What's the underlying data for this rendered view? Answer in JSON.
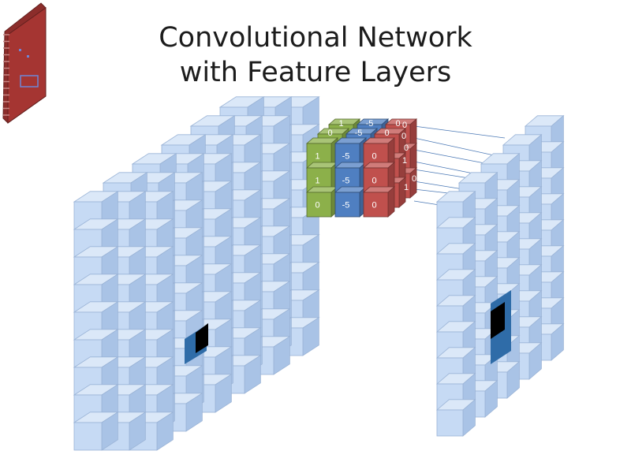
{
  "slide": {
    "title_line1": "Convolutional Network",
    "title_line2": "with Feature Layers"
  },
  "colors": {
    "cell_face": "#c6daf4",
    "cell_top": "#dbe8f8",
    "cell_side": "#a9c3e6",
    "cell_stroke": "#9ab3d6",
    "highlight_dark": "#000000",
    "highlight_blue": "#2f6ca8",
    "filter_green": "#8cb04a",
    "filter_blue": "#4f7fc1",
    "filter_red": "#c0504d",
    "icon_red": "#a53532",
    "connector": "#4a78b5"
  },
  "filters": {
    "green": {
      "front_values": [
        "1",
        "1",
        "0"
      ],
      "top_values": [
        "1",
        "0",
        "0"
      ]
    },
    "blue": {
      "front_values": [
        "-5",
        "-5",
        "-5"
      ],
      "top_values": [
        "-5",
        "-5",
        "-5"
      ]
    },
    "red": {
      "front_values": [
        "0",
        "0",
        "0"
      ],
      "top_values": [
        "0",
        "0",
        "0"
      ],
      "side_values": [
        "0",
        "0",
        "0",
        "0",
        "1",
        "0",
        "1"
      ]
    }
  }
}
